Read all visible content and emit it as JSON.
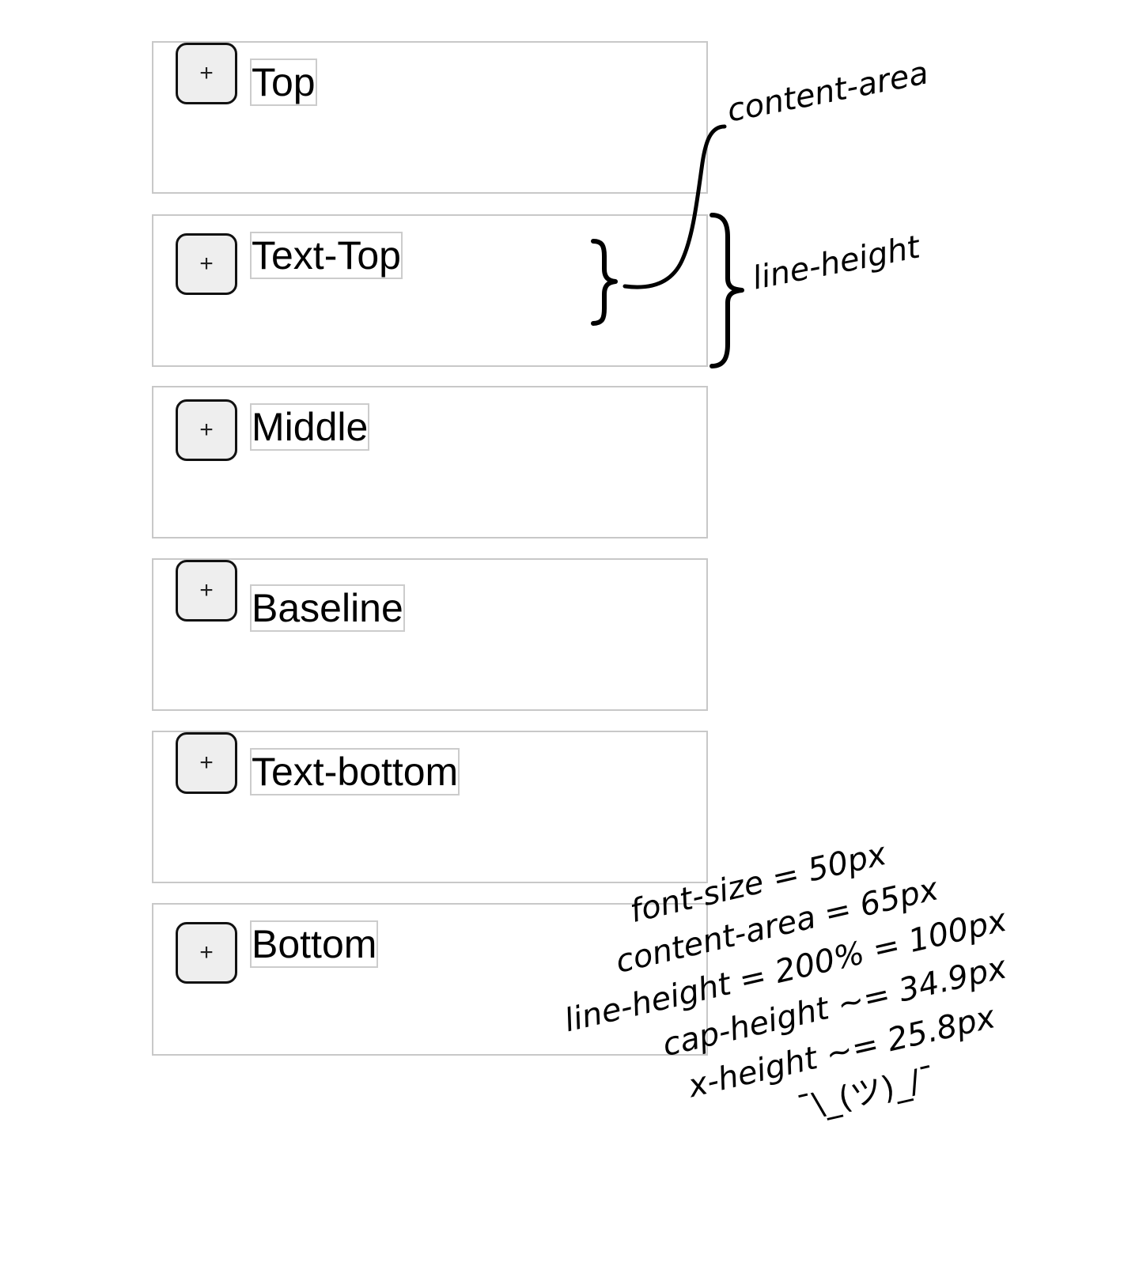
{
  "page": {
    "title": "CSS vertical-align reference",
    "background": "#ffffff",
    "box_border_color": "#c8c8c8",
    "content_area_border_color": "#cccccc",
    "button_fill": "#eeeeee",
    "button_border": "#111111",
    "ink_color": "#000000"
  },
  "rows": [
    {
      "id": "top",
      "label": "Top",
      "vertical_align": "top",
      "button_glyph": "+",
      "button_icon": "plus-icon"
    },
    {
      "id": "text-top",
      "label": "Text-Top",
      "vertical_align": "text-top",
      "button_glyph": "+",
      "button_icon": "plus-icon"
    },
    {
      "id": "middle",
      "label": "Middle",
      "vertical_align": "middle",
      "button_glyph": "+",
      "button_icon": "plus-icon"
    },
    {
      "id": "baseline",
      "label": "Baseline",
      "vertical_align": "baseline",
      "button_glyph": "+",
      "button_icon": "plus-icon"
    },
    {
      "id": "text-bottom",
      "label": "Text-bottom",
      "vertical_align": "text-bottom",
      "button_glyph": "+",
      "button_icon": "plus-icon"
    },
    {
      "id": "bottom",
      "label": "Bottom",
      "vertical_align": "bottom",
      "button_glyph": "+",
      "button_icon": "plus-icon"
    }
  ],
  "annotations": {
    "content_area": "content-area",
    "line_height": "line-height"
  },
  "metrics": [
    "font-size = 50px",
    "content-area = 65px",
    "line-height = 200% = 100px",
    "cap-height ~= 34.9px",
    "x-height ~= 25.8px",
    "¯\\_(ツ)_/¯"
  ]
}
